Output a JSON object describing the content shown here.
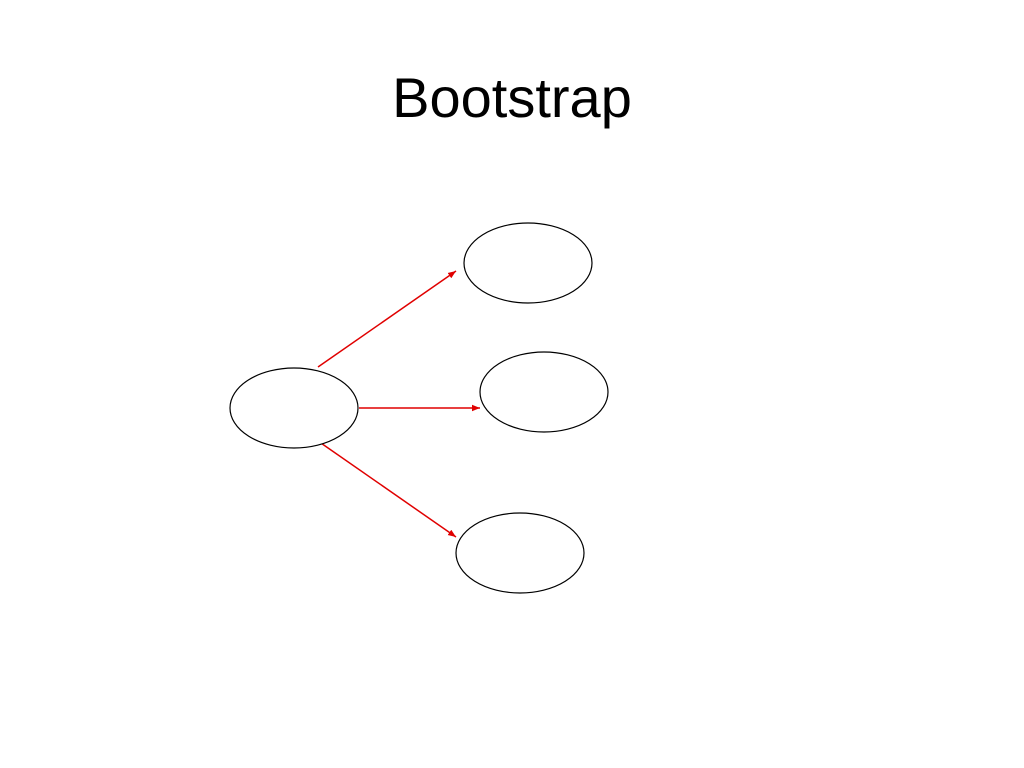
{
  "slide": {
    "title": "Bootstrap"
  },
  "diagram": {
    "nodes": [
      {
        "id": "source"
      },
      {
        "id": "sample-top"
      },
      {
        "id": "sample-middle"
      },
      {
        "id": "sample-bottom"
      }
    ],
    "edges": [
      {
        "from": "source",
        "to": "sample-top"
      },
      {
        "from": "source",
        "to": "sample-middle"
      },
      {
        "from": "source",
        "to": "sample-bottom"
      }
    ],
    "colors": {
      "node_stroke": "#000000",
      "node_fill": "#ffffff",
      "edge": "#e00000"
    }
  }
}
